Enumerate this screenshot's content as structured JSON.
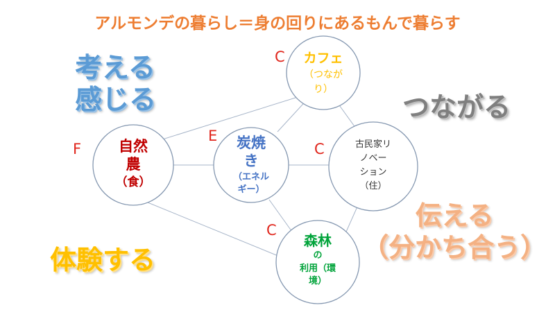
{
  "title": "アルモンデの暮らし＝身の回りにあるもんで暮らす",
  "corner_texts": {
    "think_feel": [
      "考える",
      "感じる"
    ],
    "connect": "つながる",
    "experience": "体験する",
    "convey_share": [
      "伝える",
      "（分かち合う）"
    ]
  },
  "nodes": {
    "farm": {
      "letter": "F",
      "lines": [
        "自然",
        "農",
        "（食）"
      ]
    },
    "charcoal": {
      "letter": "E",
      "lines": [
        "炭焼",
        "き",
        "（エネル",
        "ギー）"
      ]
    },
    "cafe": {
      "letter": "C",
      "lines": [
        "カフェ",
        "（つなが",
        "り）"
      ]
    },
    "house": {
      "letter": "C",
      "lines": [
        "古民家リ",
        "ノベー",
        "ション",
        "（住）"
      ]
    },
    "forest": {
      "letter": "C",
      "lines": [
        "森林",
        "の",
        "利用（環",
        "境）"
      ]
    }
  },
  "colors": {
    "title": "#ED7D31",
    "circle_stroke": "#8497B0",
    "line": "#A6B4C8",
    "letter": "#E0261C",
    "farm": "#C00000",
    "charcoal": "#4472C4",
    "cafe": "#FFC000",
    "forest": "#00A33A",
    "think_feel": "#5B9BD5",
    "connect": "#7F7F7F",
    "experience": "#FFC000",
    "convey_share": "#F4B183"
  }
}
